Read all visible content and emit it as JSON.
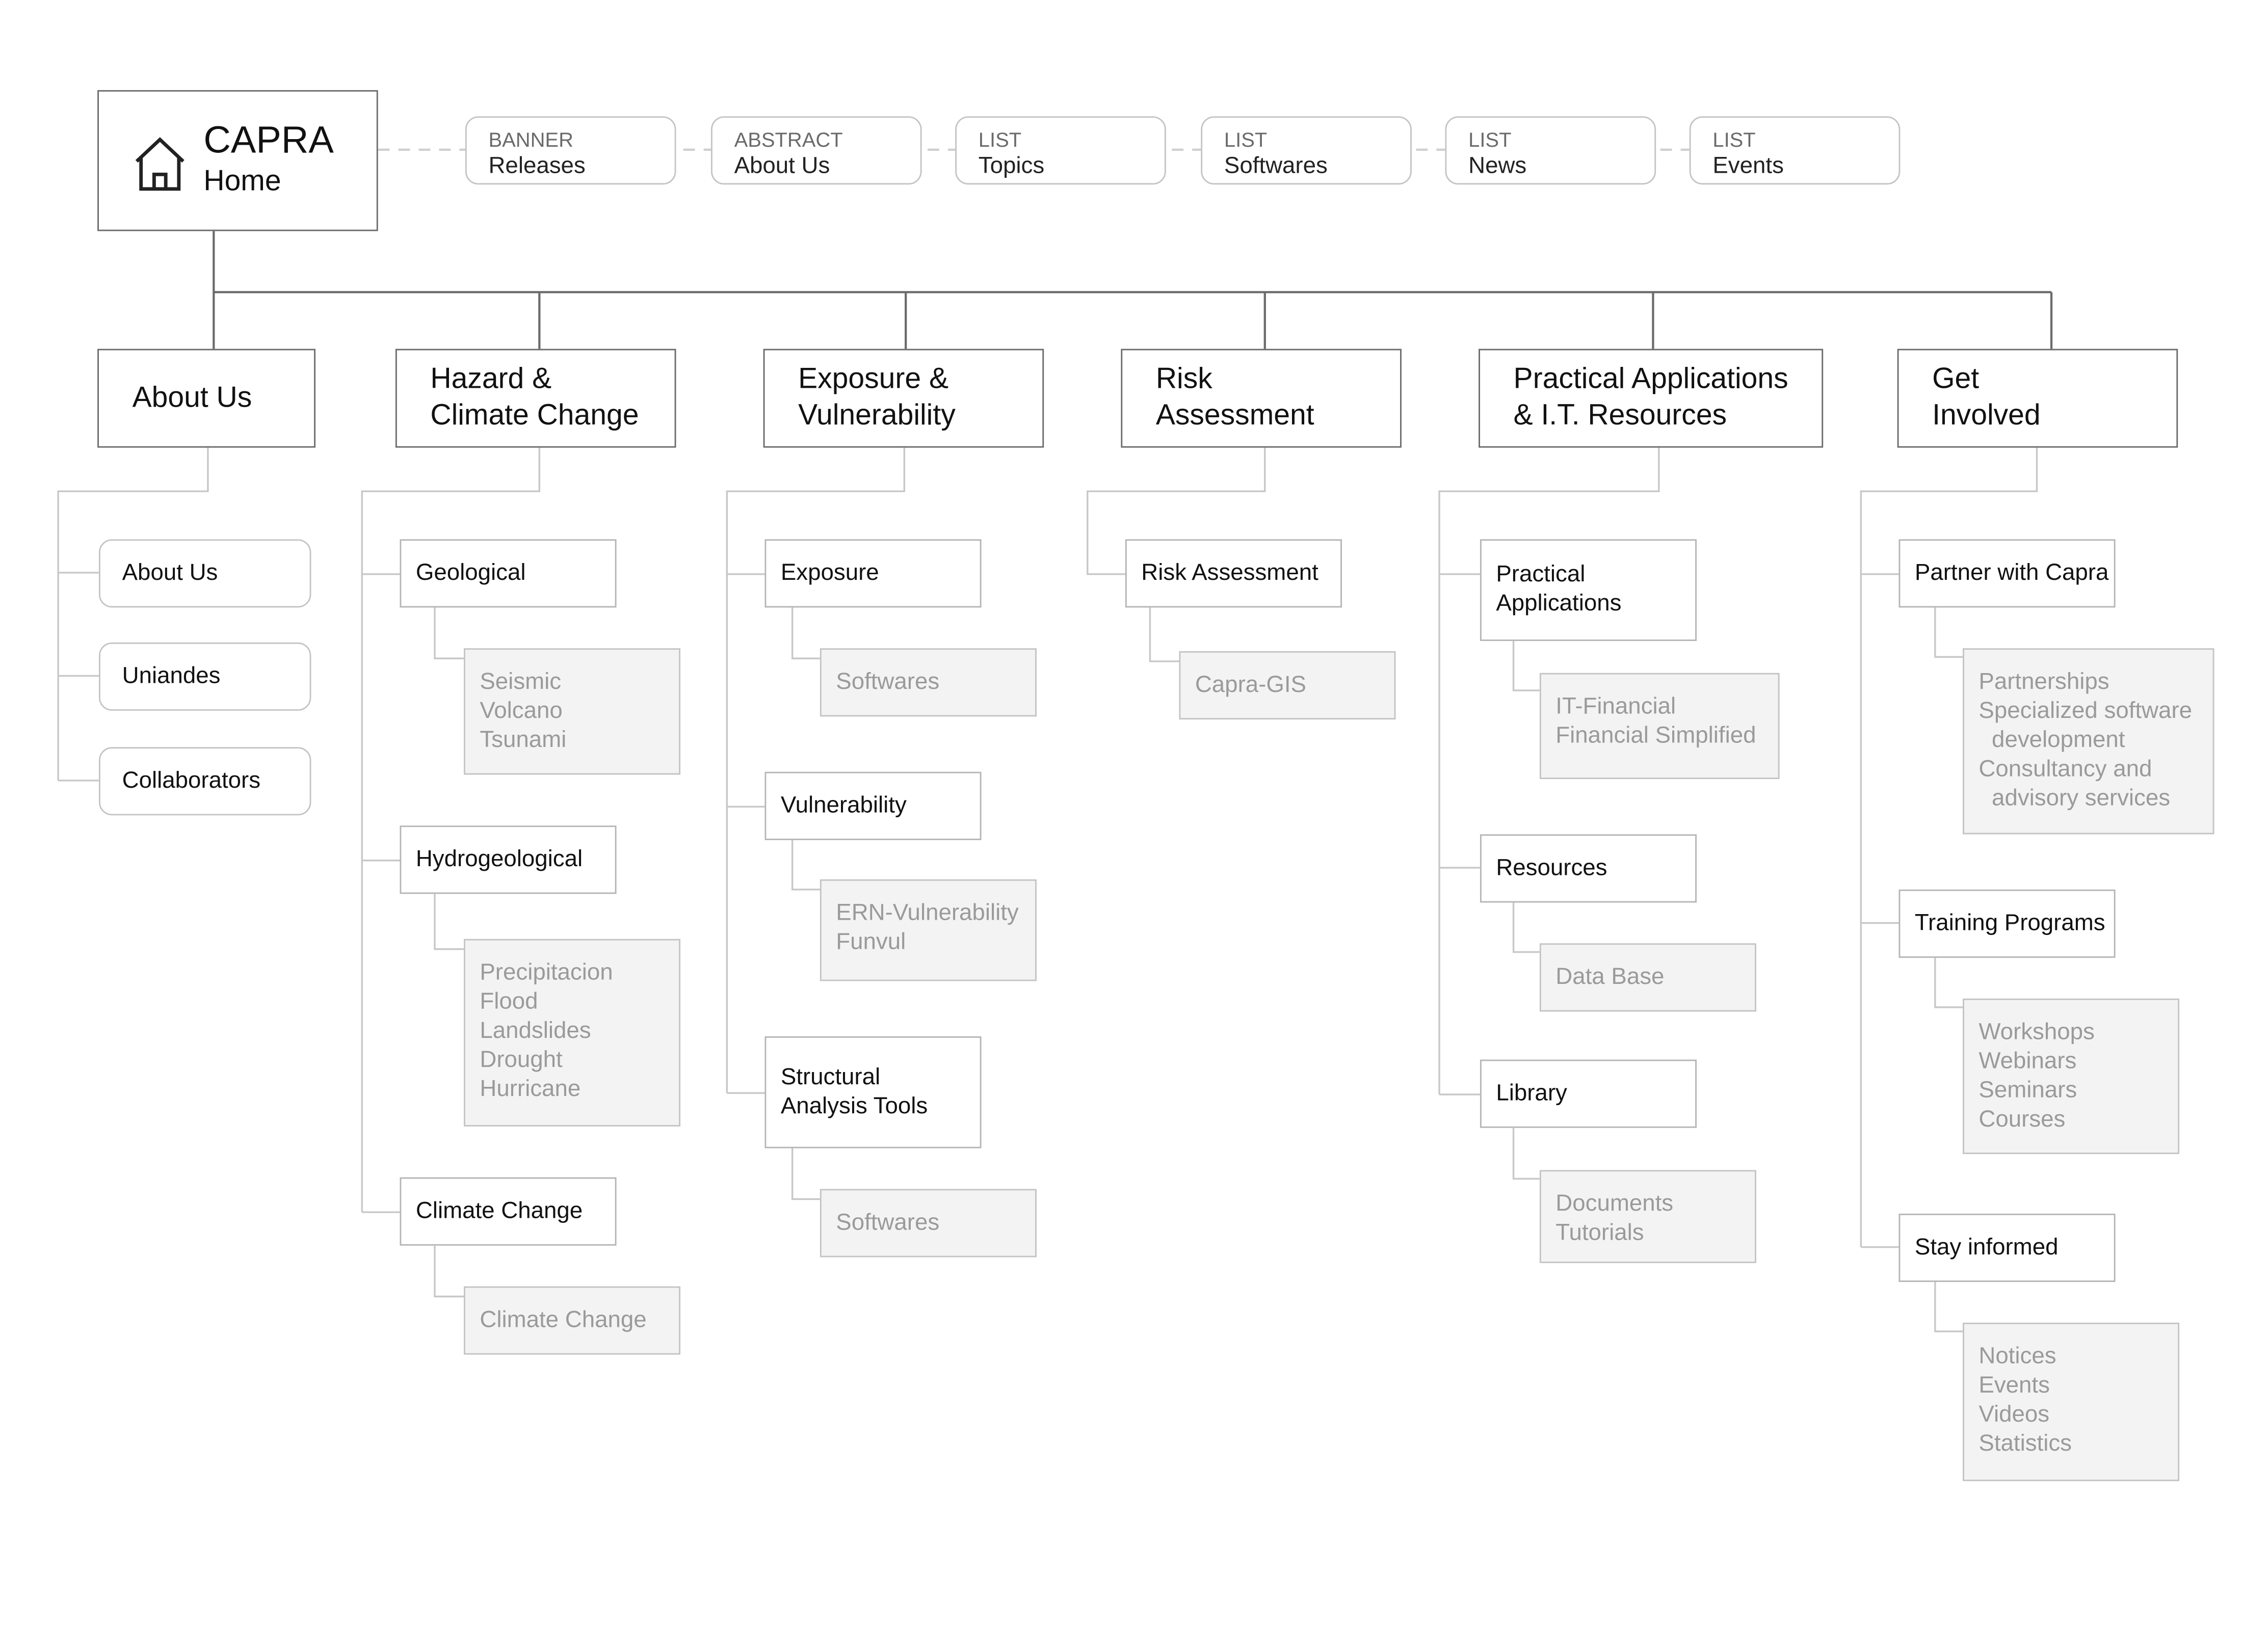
{
  "home": {
    "title": "CAPRA",
    "subtitle": "Home",
    "icon": "house-icon"
  },
  "top_sections": [
    {
      "type": "BANNER",
      "name": "Releases"
    },
    {
      "type": "ABSTRACT",
      "name": "About Us"
    },
    {
      "type": "LIST",
      "name": "Topics"
    },
    {
      "type": "LIST",
      "name": "Softwares"
    },
    {
      "type": "LIST",
      "name": "News"
    },
    {
      "type": "LIST",
      "name": "Events"
    }
  ],
  "categories": [
    {
      "title": "About Us",
      "items": [
        {
          "label": "About Us"
        },
        {
          "label": "Uniandes"
        },
        {
          "label": "Collaborators"
        }
      ]
    },
    {
      "title": "Hazard &\nClimate Change",
      "items": [
        {
          "label": "Geological",
          "details": [
            "Seismic",
            "Volcano",
            "Tsunami"
          ]
        },
        {
          "label": "Hydrogeological",
          "details": [
            "Precipitacion",
            "Flood",
            "Landslides",
            "Drought",
            "Hurricane"
          ]
        },
        {
          "label": "Climate Change",
          "details": [
            "Climate Change"
          ]
        }
      ]
    },
    {
      "title": "Exposure &\nVulnerability",
      "items": [
        {
          "label": "Exposure",
          "details": [
            "Softwares"
          ]
        },
        {
          "label": "Vulnerability",
          "details": [
            "ERN-Vulnerability",
            "Funvul"
          ]
        },
        {
          "label": "Structural\nAnalysis Tools",
          "details": [
            "Softwares"
          ]
        }
      ]
    },
    {
      "title": "Risk\nAssessment",
      "items": [
        {
          "label": "Risk Assessment",
          "details": [
            "Capra-GIS"
          ]
        }
      ]
    },
    {
      "title": "Practical Applications\n& I.T. Resources",
      "items": [
        {
          "label": "Practical\nApplications",
          "details": [
            "IT-Financial",
            "Financial Simplified"
          ]
        },
        {
          "label": "Resources",
          "details": [
            "Data Base"
          ]
        },
        {
          "label": "Library",
          "details": [
            "Documents",
            "Tutorials"
          ]
        }
      ]
    },
    {
      "title": "Get\nInvolved",
      "items": [
        {
          "label": "Partner with Capra",
          "details": [
            "Partnerships",
            "Specialized software",
            "development",
            "Consultancy and",
            "advisory services"
          ]
        },
        {
          "label": "Training Programs",
          "details": [
            "Workshops",
            "Webinars",
            "Seminars",
            "Courses"
          ]
        },
        {
          "label": "Stay informed",
          "details": [
            "Notices",
            "Events",
            "Videos",
            "Statistics"
          ]
        }
      ]
    }
  ],
  "colors": {
    "box_border": "#6b6b6b",
    "connector": "#c8c8c8",
    "detail_fill": "#f3f3f3",
    "detail_text": "#9a9a9a"
  }
}
